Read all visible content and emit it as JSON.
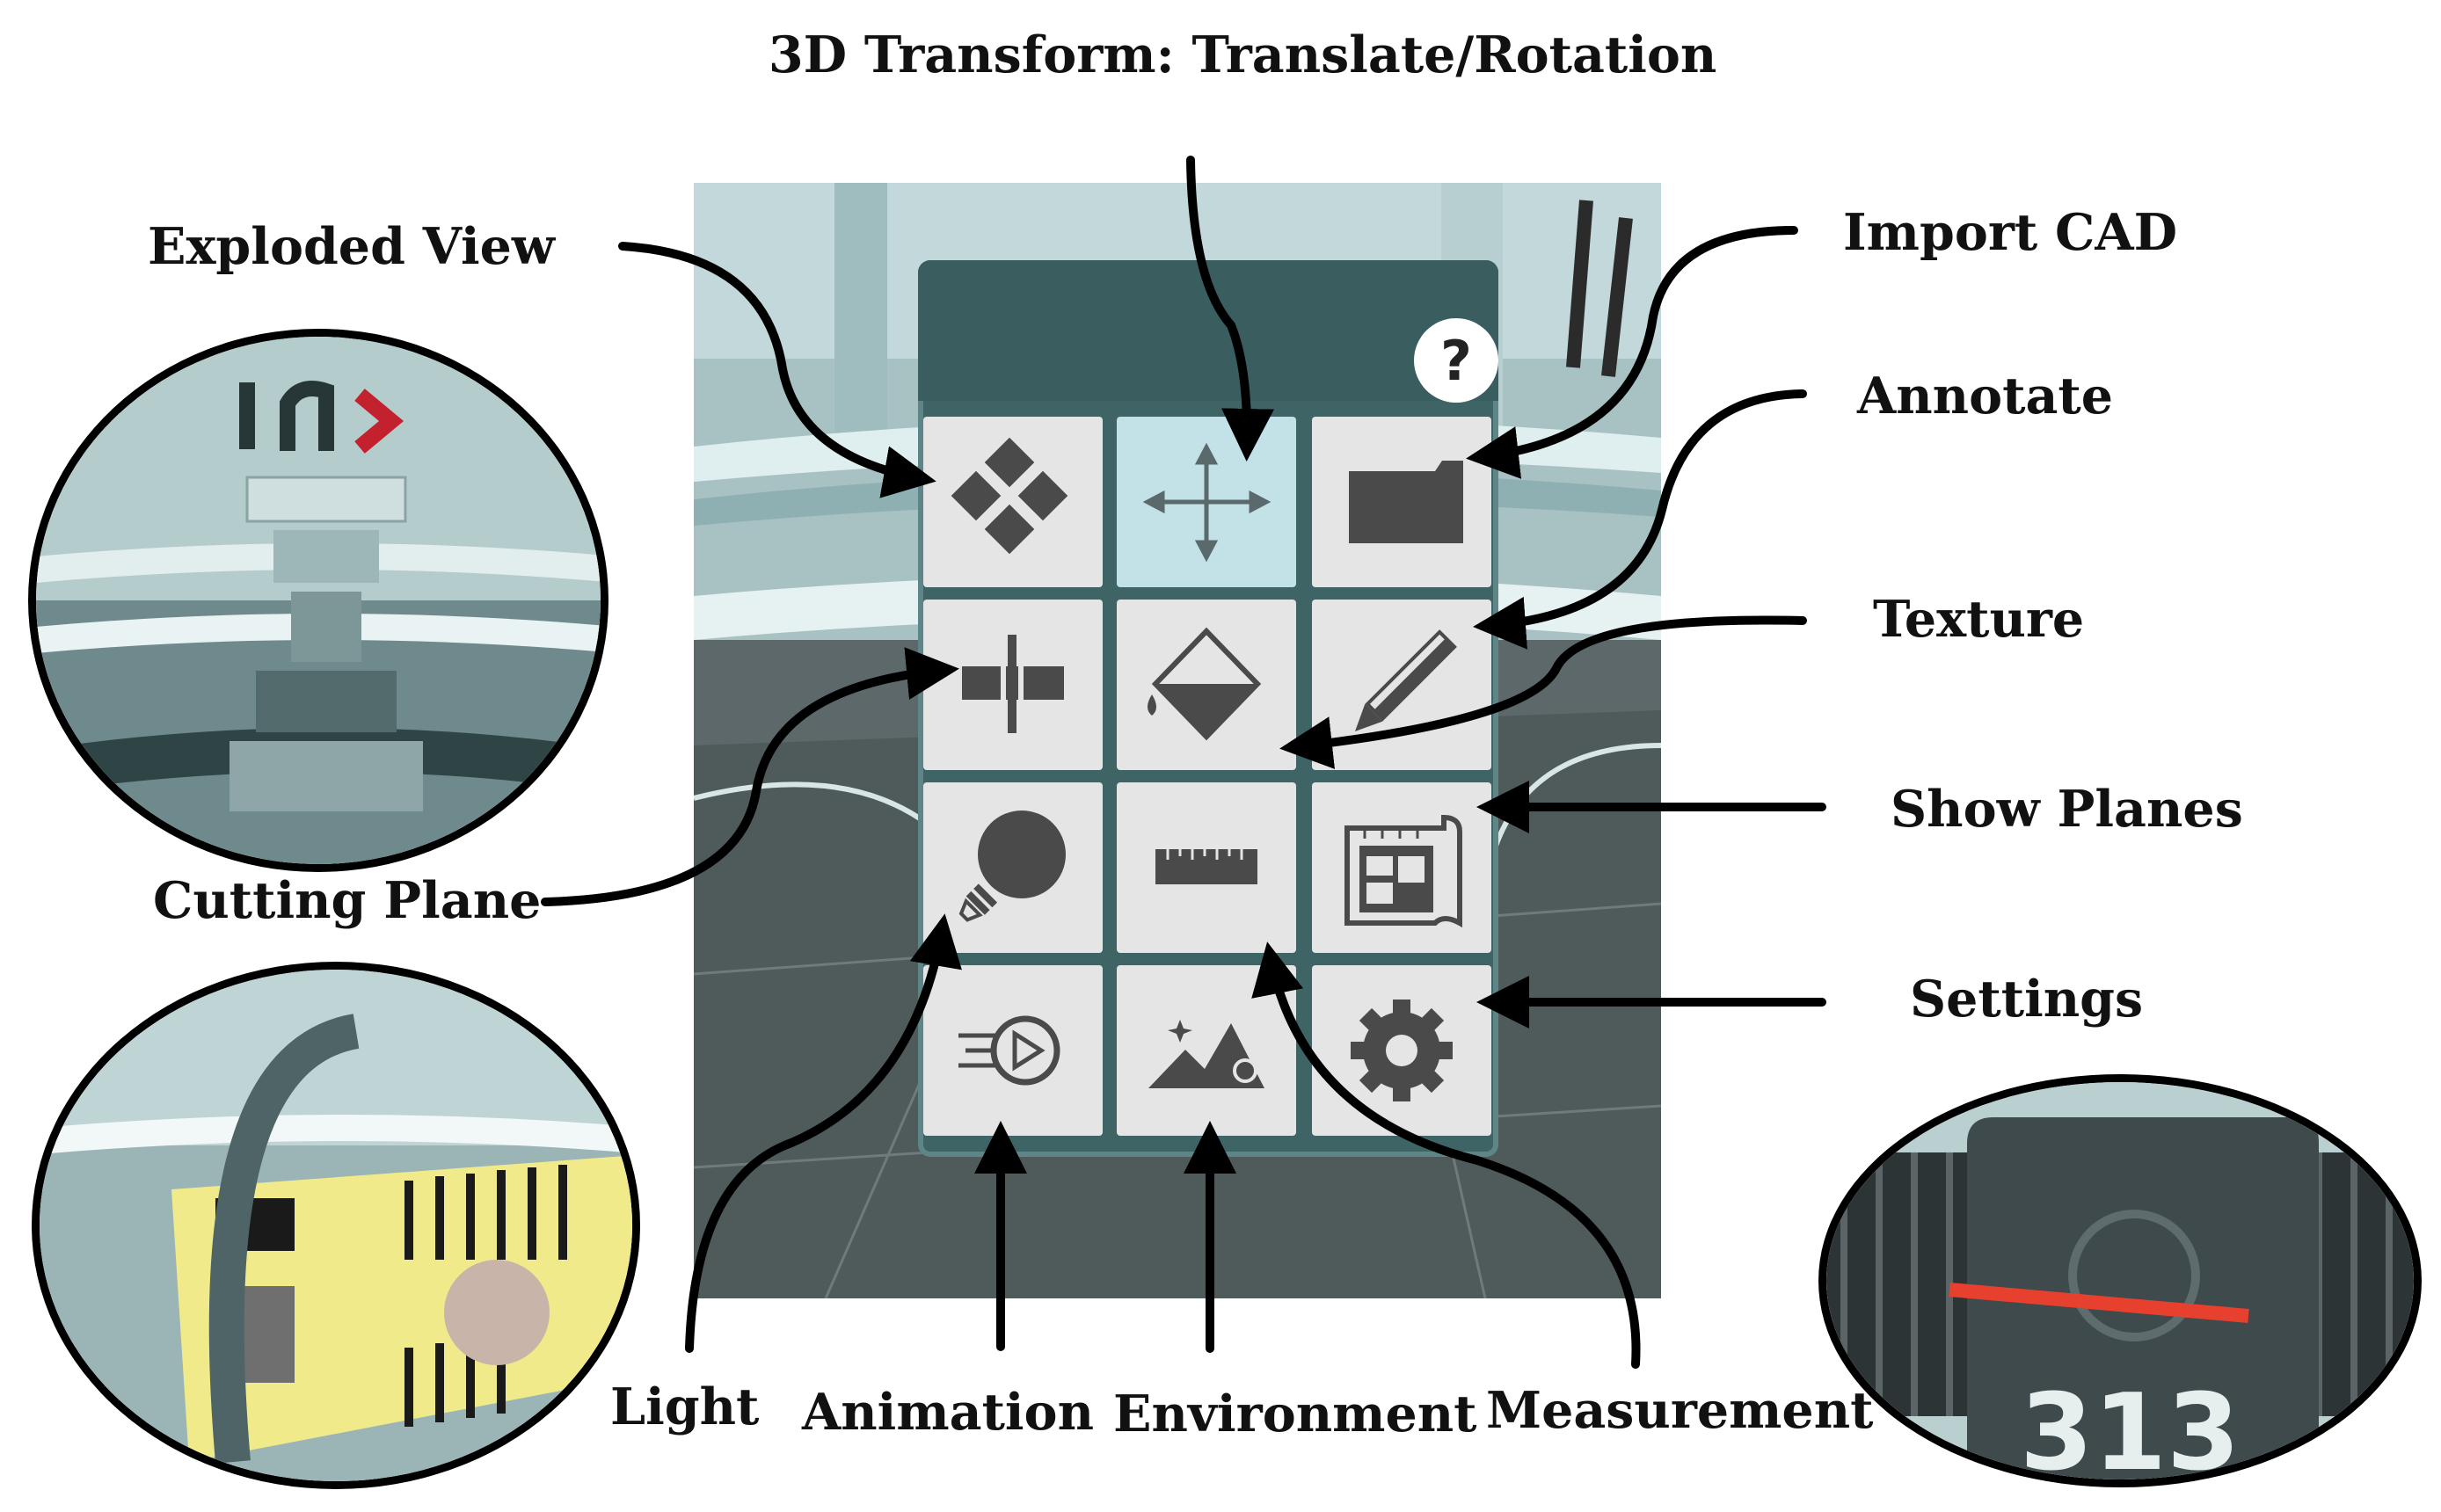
{
  "title": "3D Transform: Translate/Rotation",
  "labels": {
    "exploded_view": "Exploded View",
    "import_cad": "Import CAD",
    "annotate": "Annotate",
    "texture": "Texture",
    "show_planes": "Show Planes",
    "settings": "Settings",
    "cutting_plane": "Cutting Plane",
    "light": "Light",
    "animation": "Animation",
    "environment": "Environment",
    "measurement": "Measurement"
  },
  "panel": {
    "help_glyph": "?",
    "tiles": [
      {
        "icon": "exploded-view-icon",
        "active": false
      },
      {
        "icon": "translate-rotate-icon",
        "active": true
      },
      {
        "icon": "folder-icon",
        "active": false
      },
      {
        "icon": "cutting-plane-icon",
        "active": false
      },
      {
        "icon": "texture-fill-icon",
        "active": false
      },
      {
        "icon": "pencil-icon",
        "active": false
      },
      {
        "icon": "lightbulb-icon",
        "active": false
      },
      {
        "icon": "ruler-icon",
        "active": false
      },
      {
        "icon": "blueprint-icon",
        "active": false
      },
      {
        "icon": "animation-play-icon",
        "active": false
      },
      {
        "icon": "environment-mountain-icon",
        "active": false
      },
      {
        "icon": "gear-icon",
        "active": false
      }
    ]
  },
  "insets": {
    "measurement_readout": "313"
  },
  "colors": {
    "panel": "#3f6466",
    "tile": "#e5e5e5",
    "tile_active": "#c3e2e8",
    "icon": "#4a4a4a",
    "cut_section": "#f0ea8a",
    "measure_line": "#e8402e",
    "logo_red": "#c4212e"
  }
}
